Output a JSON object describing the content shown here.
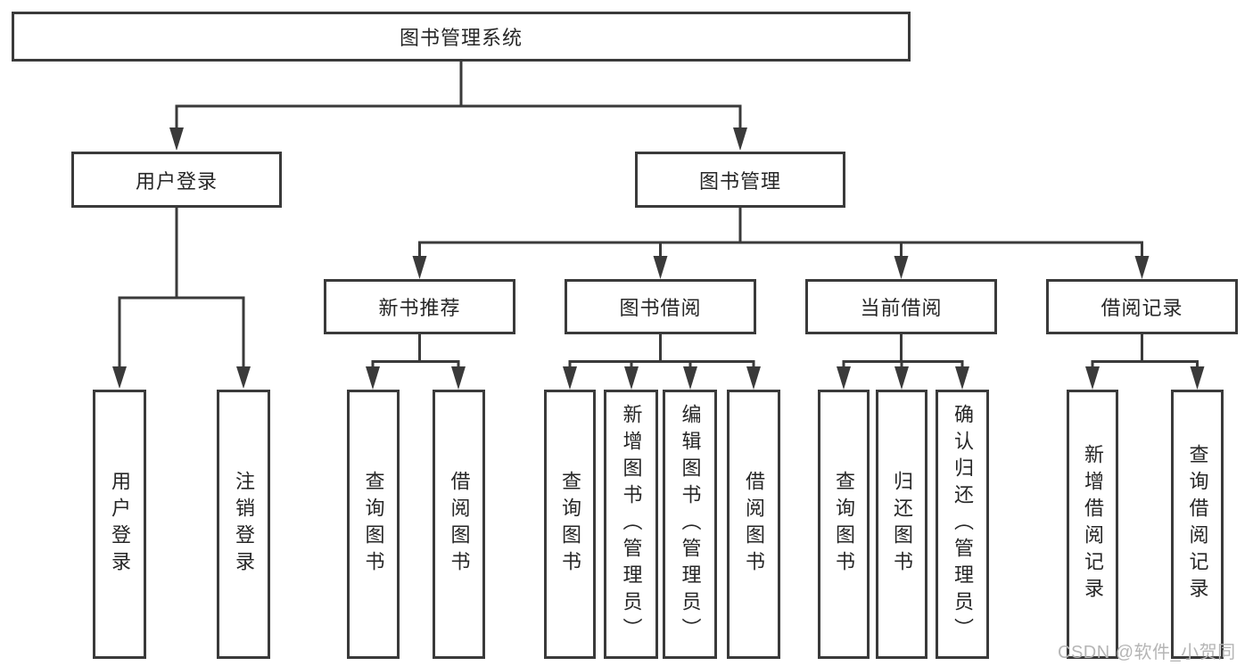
{
  "diagram": {
    "root": {
      "label": "图书管理系统"
    },
    "branches": [
      {
        "label": "用户登录",
        "children": [
          {
            "label": "用户登录"
          },
          {
            "label": "注销登录"
          }
        ]
      },
      {
        "label": "图书管理",
        "children": [
          {
            "label": "新书推荐",
            "children": [
              {
                "label": "查询图书"
              },
              {
                "label": "借阅图书"
              }
            ]
          },
          {
            "label": "图书借阅",
            "children": [
              {
                "label": "查询图书"
              },
              {
                "label": "新增图书（管理员）"
              },
              {
                "label": "编辑图书（管理员）"
              },
              {
                "label": "借阅图书"
              }
            ]
          },
          {
            "label": "当前借阅",
            "children": [
              {
                "label": "查询图书"
              },
              {
                "label": "归还图书"
              },
              {
                "label": "确认归还（管理员）"
              }
            ]
          },
          {
            "label": "借阅记录",
            "children": [
              {
                "label": "新增借阅记录"
              },
              {
                "label": "查询借阅记录"
              }
            ]
          }
        ]
      }
    ]
  },
  "watermark": {
    "text": "CSDN @软件_小贺同学",
    "color": "#b5b5b5"
  },
  "colors": {
    "line": "#3a3a3a",
    "text": "#262626",
    "background": "#ffffff"
  }
}
